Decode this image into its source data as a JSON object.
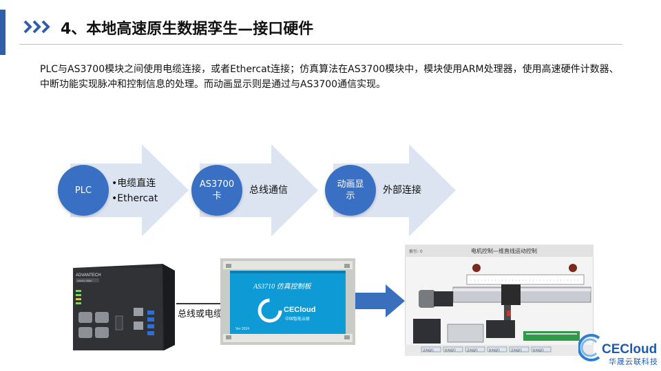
{
  "header": {
    "title": "4、本地高速原生数据孪生—接口硬件"
  },
  "description": "PLC与AS3700模块之间使用电缆连接，或者Ethercat连接；仿真算法在AS3700模块中，模块使用ARM处理器，使用高速硬件计数器、中断功能实现脉冲和控制信息的处理。而动画显示则是通过与AS3700通信实现。",
  "flow": [
    {
      "circle": "PLC",
      "lines": [
        "•电缆直连",
        "•Ethercat"
      ]
    },
    {
      "circle": "AS3700\n卡",
      "lines": [
        "总线通信"
      ]
    },
    {
      "circle": "动画显\n示",
      "lines": [
        "外部连接"
      ]
    }
  ],
  "hardware": {
    "plc_brand": "ADVANTECH",
    "plc_model": "AMAX-5580",
    "connection_label": "总线或电缆",
    "module_title": "AS3710 仿真控制板",
    "module_logo": "CECloud",
    "module_logo_sub": "中国智能云联",
    "module_tag": "Ver 2024",
    "hmi_header_left": "索引: 0",
    "hmi_title": "电机控制—维直线运动控制",
    "hmi_buttons": [
      "正向运行",
      "反向运行",
      "正向运行",
      "反向运行",
      "正向运行",
      "反向运行"
    ]
  },
  "logo": {
    "main": "CECloud",
    "sub": "华晟云联科技"
  },
  "colors": {
    "accent": "#2f5fa8",
    "circle": "#3a70c4",
    "arrow": "#dde4f1"
  }
}
